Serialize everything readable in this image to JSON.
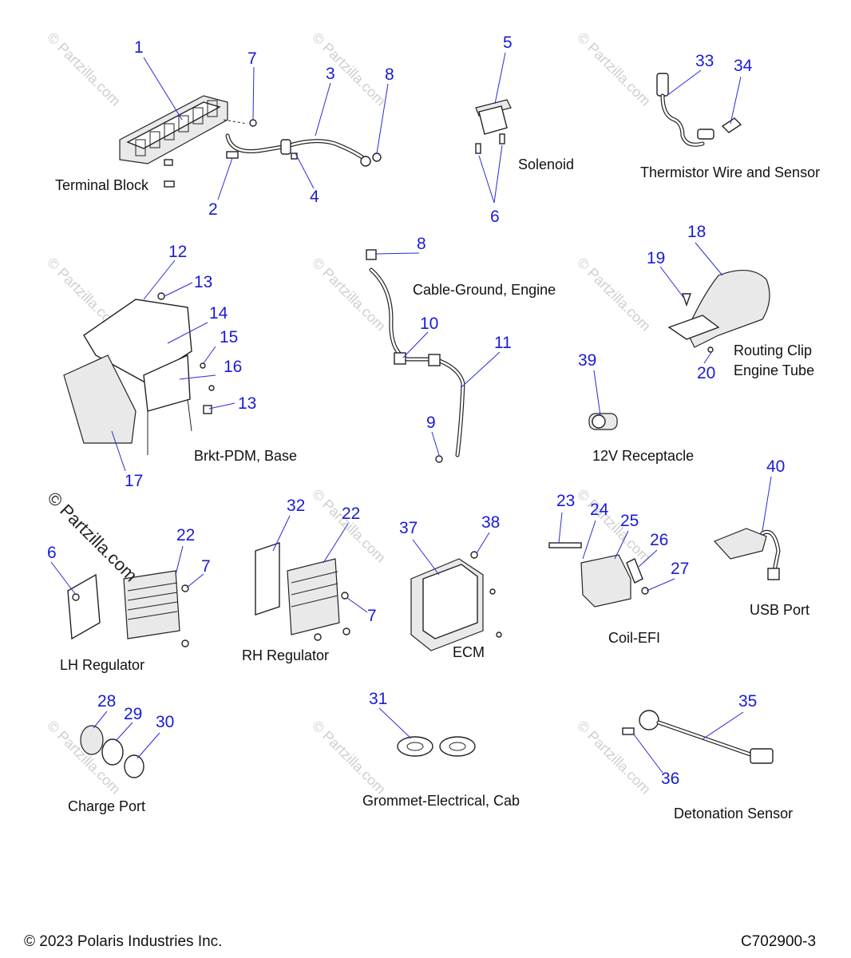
{
  "callouts": {
    "c1": "1",
    "c2": "2",
    "c3": "3",
    "c4": "4",
    "c5": "5",
    "c6a": "6",
    "c6b": "6",
    "c7a": "7",
    "c7b": "7",
    "c7c": "7",
    "c8a": "8",
    "c8b": "8",
    "c9": "9",
    "c10": "10",
    "c11": "11",
    "c12": "12",
    "c13a": "13",
    "c13b": "13",
    "c14": "14",
    "c15": "15",
    "c16": "16",
    "c17": "17",
    "c18": "18",
    "c19": "19",
    "c20": "20",
    "c22a": "22",
    "c22b": "22",
    "c23": "23",
    "c24": "24",
    "c25": "25",
    "c26": "26",
    "c27": "27",
    "c28": "28",
    "c29": "29",
    "c30": "30",
    "c31": "31",
    "c32": "32",
    "c33": "33",
    "c34": "34",
    "c35": "35",
    "c36": "36",
    "c37": "37",
    "c38": "38",
    "c39": "39",
    "c40": "40"
  },
  "captions": {
    "terminal_block": "Terminal Block",
    "solenoid": "Solenoid",
    "thermistor": "Thermistor Wire and Sensor",
    "cable_ground": "Cable-Ground, Engine",
    "routing_clip_1": "Routing Clip",
    "routing_clip_2": "Engine Tube",
    "brkt_pdm": "Brkt-PDM, Base",
    "receptacle": "12V Receptacle",
    "lh_regulator": "LH Regulator",
    "rh_regulator": "RH Regulator",
    "ecm": "ECM",
    "coil_efi": "Coil-EFI",
    "usb_port": "USB Port",
    "charge_port": "Charge Port",
    "grommet": "Grommet-Electrical, Cab",
    "detonation": "Detonation Sensor"
  },
  "watermark": {
    "text": "© Partzilla.com",
    "overlay": "© Partzilla.com"
  },
  "footer": {
    "copyright": "© 2023 Polaris Industries Inc.",
    "drawing_id": "C702900-3"
  },
  "colors": {
    "callout": "#1a1ad6",
    "caption": "#111111",
    "watermark": "#cfcfcf"
  }
}
